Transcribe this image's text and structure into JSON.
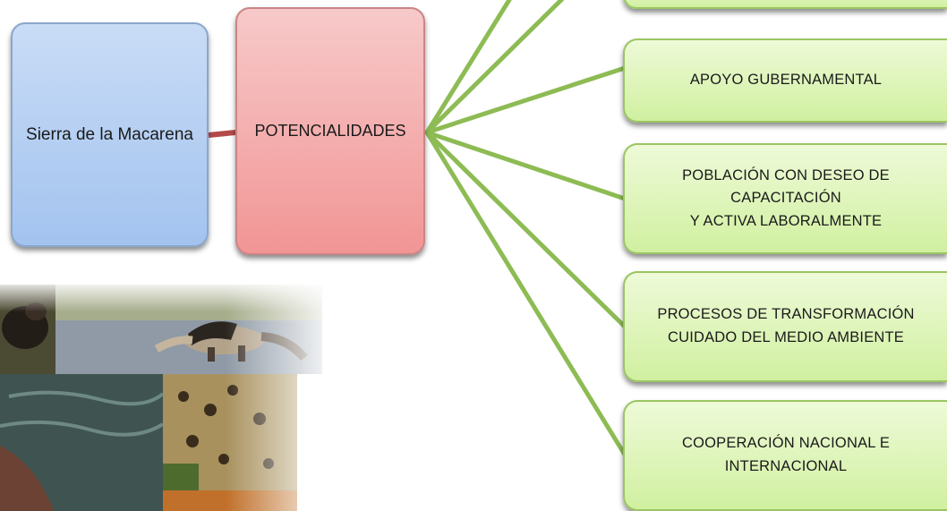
{
  "diagram": {
    "root": {
      "label": "Sierra de la Macarena"
    },
    "hub": {
      "label": "POTENCIALIDADES"
    },
    "leaves": [
      {
        "label": ""
      },
      {
        "label": "APOYO GUBERNAMENTAL"
      },
      {
        "label": "POBLACIÓN CON DESEO DE CAPACITACIÓN\nY  ACTIVA LABORALMENTE"
      },
      {
        "label": "PROCESOS DE TRANSFORMACIÓN\nCUIDADO DEL MEDIO AMBIENTE"
      },
      {
        "label": "COOPERACIÓN NACIONAL  E\nINTERNACIONAL"
      }
    ]
  },
  "colors": {
    "root_fill": "#a3c3ef",
    "hub_fill": "#f29595",
    "leaf_fill": "#d0f0a0",
    "connector_hub_leaf": "#8dbb54",
    "connector_root_hub": "#b54a4a"
  }
}
